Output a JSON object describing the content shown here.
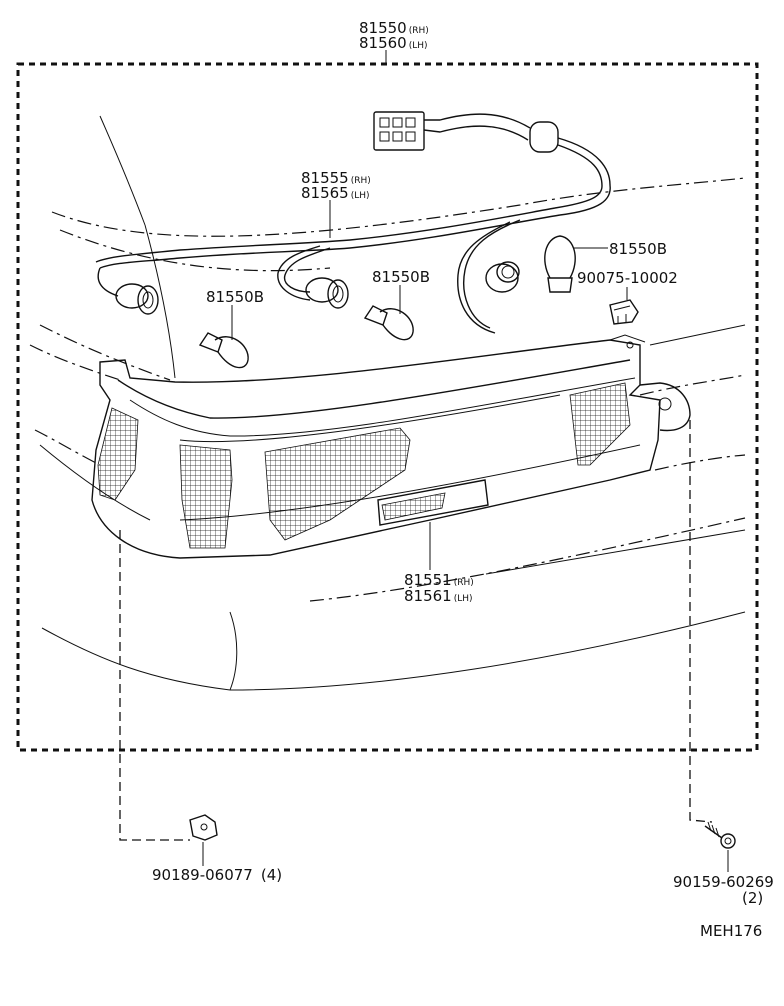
{
  "parts": {
    "assembly": {
      "number": "81550",
      "number_rh_suffix": "(RH)",
      "alt_number": "81560",
      "alt_lh_suffix": "(LH)"
    },
    "socket_wire": {
      "number": "81555",
      "rh_suffix": "(RH)",
      "alt_number": "81565",
      "lh_suffix": "(LH)"
    },
    "bulb_left": "81550B",
    "bulb_middle": "81550B",
    "bulb_right": "81550B",
    "clip": "90075-10002",
    "lens": {
      "number": "81551",
      "rh_suffix": "(RH)",
      "alt_number": "81561",
      "lh_suffix": "(LH)"
    },
    "nut": {
      "number": "90189-06077",
      "qty": "(4)"
    },
    "screw": {
      "number": "90159-60269",
      "qty": "(2)"
    }
  },
  "figure_code": "MEH176"
}
